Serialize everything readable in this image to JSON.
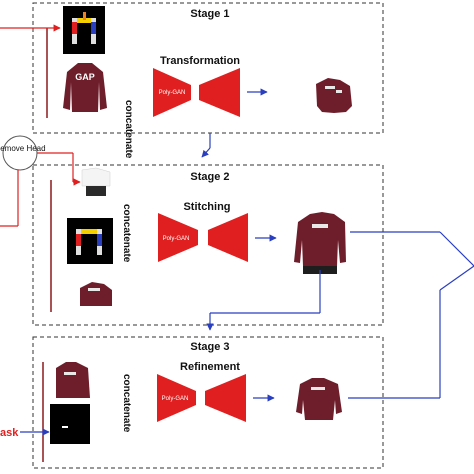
{
  "stages": [
    {
      "title": "Stage 1",
      "operation": "Transformation",
      "combine": "concatenate",
      "network": "Poly-GAN"
    },
    {
      "title": "Stage 2",
      "operation": "Stitching",
      "combine": "concatenate",
      "network": "Poly-GAN"
    },
    {
      "title": "Stage 3",
      "operation": "Refinement",
      "combine": "concatenate",
      "network": "Poly-GAN"
    }
  ],
  "side_node": "Remove Head",
  "mask_label": "ask",
  "colors": {
    "gan_red": "#e02020",
    "flow_blue": "#2a3fbf",
    "input_red": "#e02020",
    "garment": "#6e1e2b"
  }
}
